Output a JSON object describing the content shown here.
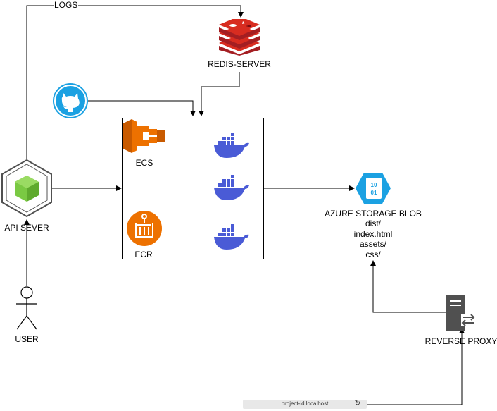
{
  "edges": {
    "logs_label": "LOGS"
  },
  "nodes": {
    "redis": {
      "label": "REDIS-SERVER",
      "color": "#C8202A"
    },
    "github": {
      "color": "#1BA1E2"
    },
    "ecs": {
      "label": "ECS",
      "color": "#ED7100"
    },
    "ecr": {
      "label": "ECR",
      "color": "#ED7100"
    },
    "docker": {
      "color": "#4A5BD6"
    },
    "api": {
      "label": "API SEVER",
      "color": "#7AC943"
    },
    "azure_blob": {
      "label": "AZURE STORAGE BLOB",
      "color": "#1BA1E2",
      "contents": [
        "dist/",
        "index.html",
        "assets/",
        "css/"
      ],
      "icon_text_top": "10",
      "icon_text_bottom": "01"
    },
    "user": {
      "label": "USER"
    },
    "reverse_proxy": {
      "label": "REVERSE PROXY",
      "color": "#505050"
    }
  },
  "browser_bar": {
    "url": "project-id.localhost",
    "reload_glyph": "↻"
  }
}
